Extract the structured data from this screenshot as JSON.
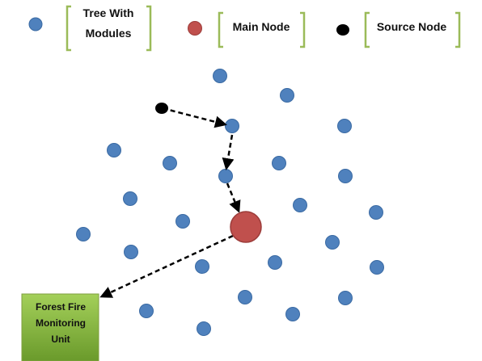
{
  "legend": {
    "tree": {
      "line1": "Tree With",
      "line2": "Modules",
      "color": "#4f81bd"
    },
    "main": {
      "label": "Main Node",
      "color": "#c0504d"
    },
    "source": {
      "label": "Source Node",
      "color": "#000000"
    },
    "bracket_color": "#9bbb59"
  },
  "monitoring_unit": {
    "line1": "Forest Fire",
    "line2": "Monitoring",
    "line3": "Unit",
    "fill_top": "#a4d05a",
    "fill_bottom": "#6a9a2b",
    "border": "#7f9f3f"
  },
  "colors": {
    "tree_fill": "#4f81bd",
    "tree_stroke": "#3a6aa3",
    "main_fill": "#c0504d",
    "main_stroke": "#9c3c3a",
    "arrow": "#000000"
  }
}
